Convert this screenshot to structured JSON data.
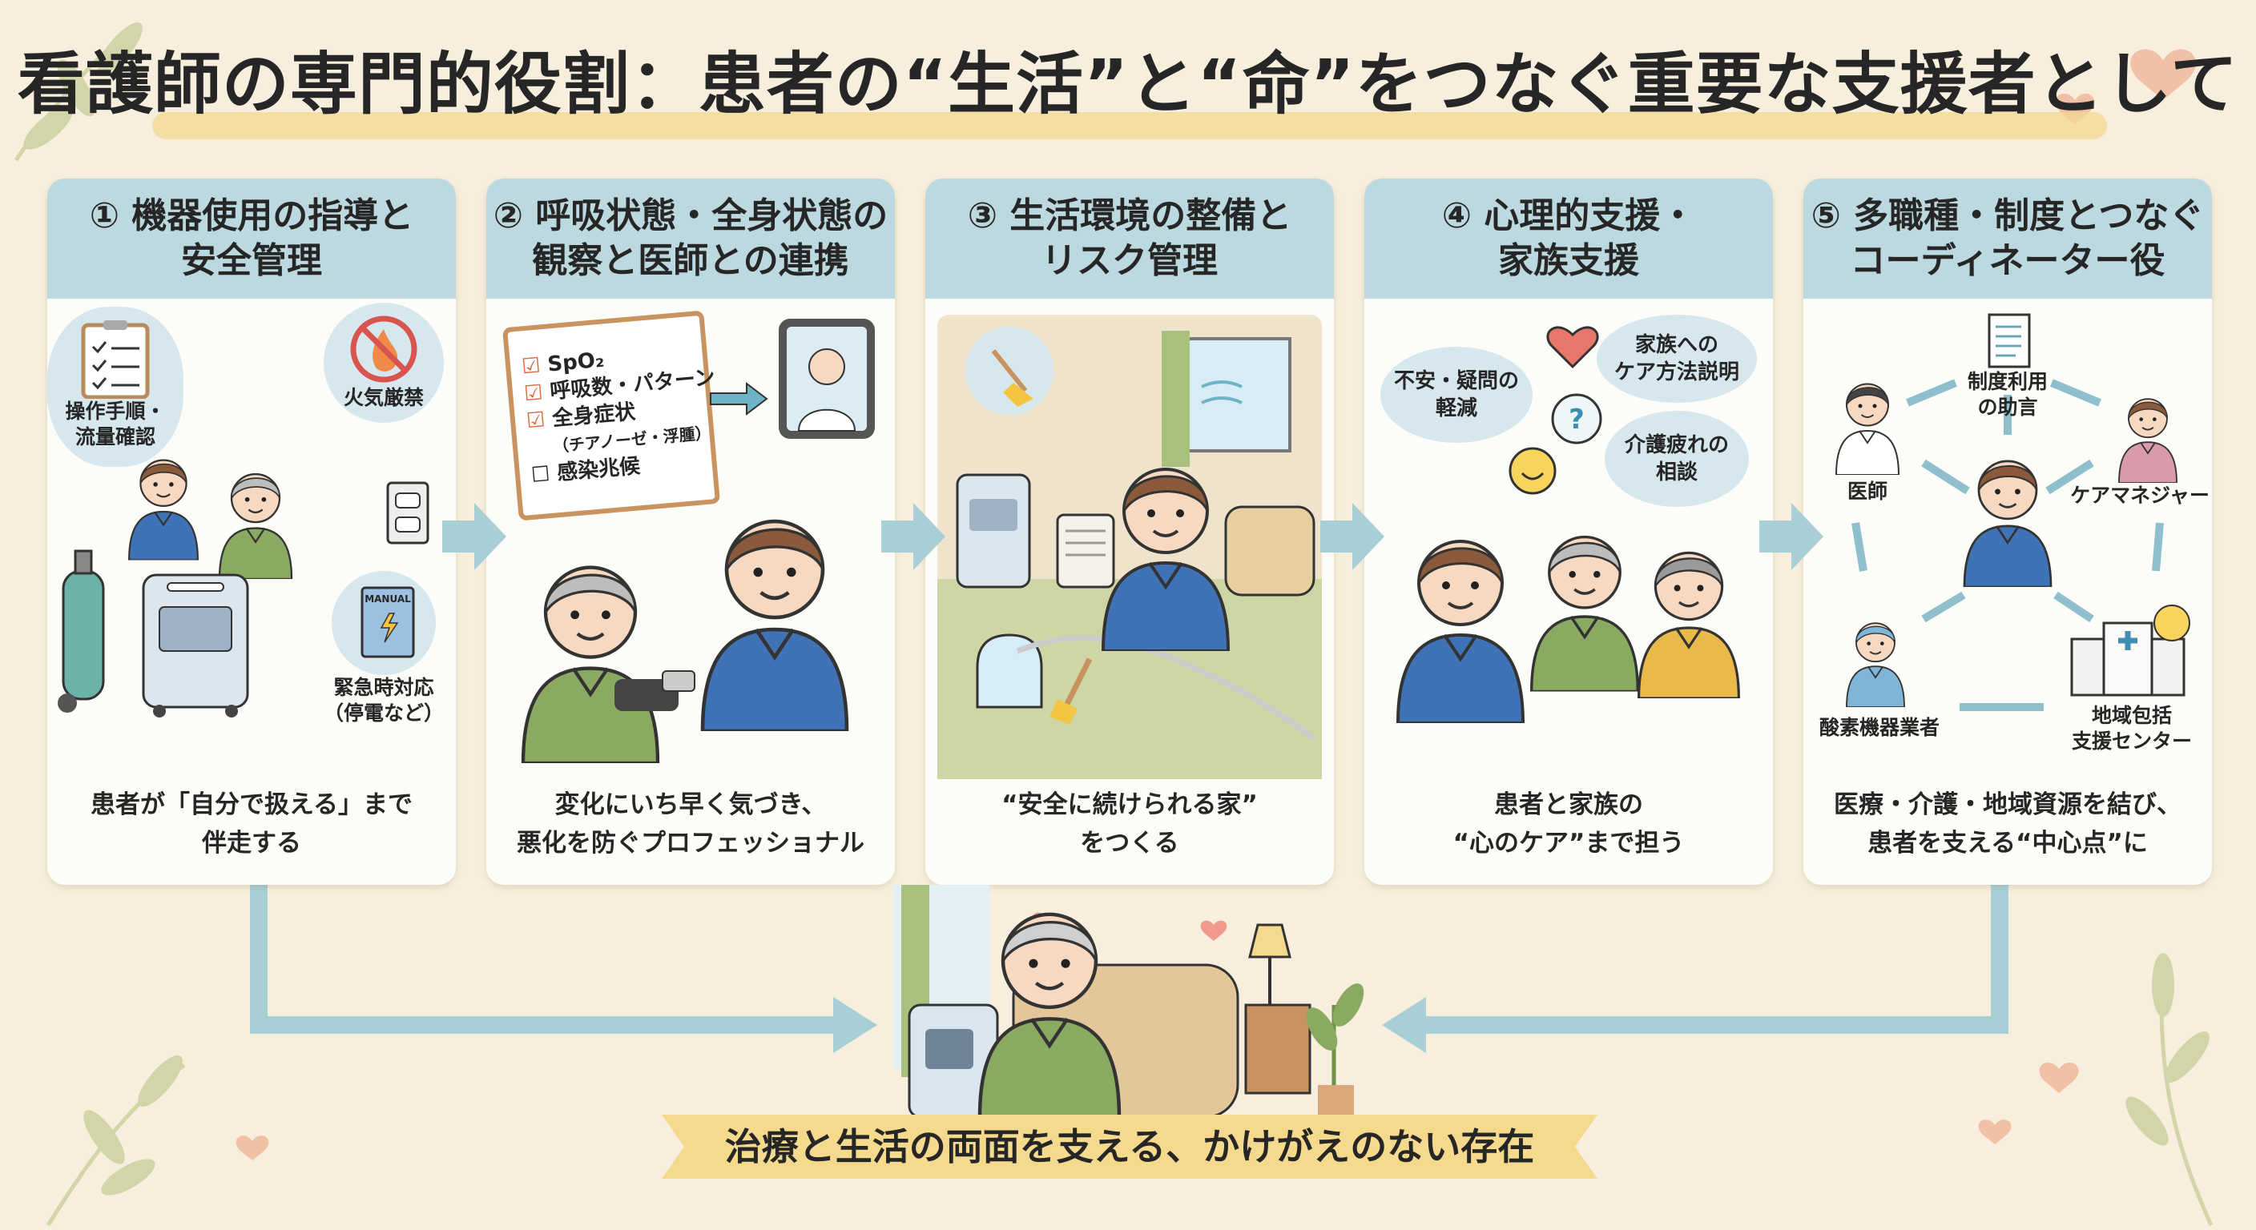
{
  "title": "看護師の専門的役割：患者の“生活”と“命”をつなぐ重要な支援者として",
  "colors": {
    "background": "#f7eedd",
    "card_header": "#bcd9df",
    "accent_teal": "#a9cfd6",
    "banner": "#f5d98c",
    "scrubs": "#3f73b5",
    "sweater": "#8aaa62"
  },
  "cards": [
    {
      "number": "①",
      "title_1": "① 機器使用の指導と",
      "title_2": "安全管理",
      "labels": {
        "procedure_1": "操作手順・",
        "procedure_2": "流量確認",
        "fire": "火気厳禁",
        "manual": "MANUAL",
        "emergency_1": "緊急時対応",
        "emergency_2": "（停電など）"
      },
      "caption_1": "患者が「自分で扱える」まで",
      "caption_2": "伴走する",
      "icons": [
        "clipboard-checklist-icon",
        "no-fire-icon",
        "manual-book-icon",
        "power-outlet-icon",
        "oxygen-cylinder-icon",
        "oxygen-concentrator-icon"
      ]
    },
    {
      "number": "②",
      "title_1": "② 呼吸状態・全身状態の",
      "title_2": "観察と医師との連携",
      "checklist": [
        {
          "text": "SpO₂",
          "checked": true
        },
        {
          "text": "呼吸数・パターン",
          "checked": true
        },
        {
          "text": "全身症状",
          "checked": true
        },
        {
          "text": "（チアノーゼ・浮腫）",
          "checked": null
        },
        {
          "text": "感染兆候",
          "checked": false
        }
      ],
      "caption_1": "変化にいち早く気づき、",
      "caption_2": "悪化を防ぐプロフェッショナル",
      "icons": [
        "clipboard-icon",
        "tablet-doctor-icon",
        "blood-pressure-cuff-icon"
      ]
    },
    {
      "number": "③",
      "title_1": "③ 生活環境の整備と",
      "title_2": "リスク管理",
      "caption_1": "“安全に続けられる家”",
      "caption_2": "をつくる",
      "icons": [
        "broom-icon",
        "window-icon",
        "humidifier-icon",
        "heater-icon",
        "sofa-icon"
      ]
    },
    {
      "number": "④",
      "title_1": "④ 心理的支援・",
      "title_2": "家族支援",
      "labels": {
        "anxiety_1": "不安・疑問の",
        "anxiety_2": "軽減",
        "family_1": "家族への",
        "family_2": "ケア方法説明",
        "fatigue_1": "介護疲れの",
        "fatigue_2": "相談"
      },
      "caption_1": "患者と家族の",
      "caption_2": "“心のケア”まで担う",
      "icons": [
        "heart-icon",
        "question-bubble-icon",
        "smile-icon"
      ]
    },
    {
      "number": "⑤",
      "title_1": "⑤ 多職種・制度とつなぐ",
      "title_2": "コーディネーター役",
      "labels": {
        "system_1": "制度利用",
        "system_2": "の助言",
        "doctor": "医師",
        "care_manager": "ケアマネジャー",
        "vendor": "酸素機器業者",
        "center_1": "地域包括",
        "center_2": "支援センター"
      },
      "caption_1": "医療・介護・地域資源を結び、",
      "caption_2": "患者を支える“中心点”に",
      "icons": [
        "document-icon",
        "doctor-icon",
        "care-manager-icon",
        "vendor-icon",
        "hospital-icon"
      ]
    }
  ],
  "banner": "治療と生活の両面を支える、かけがえのない存在"
}
